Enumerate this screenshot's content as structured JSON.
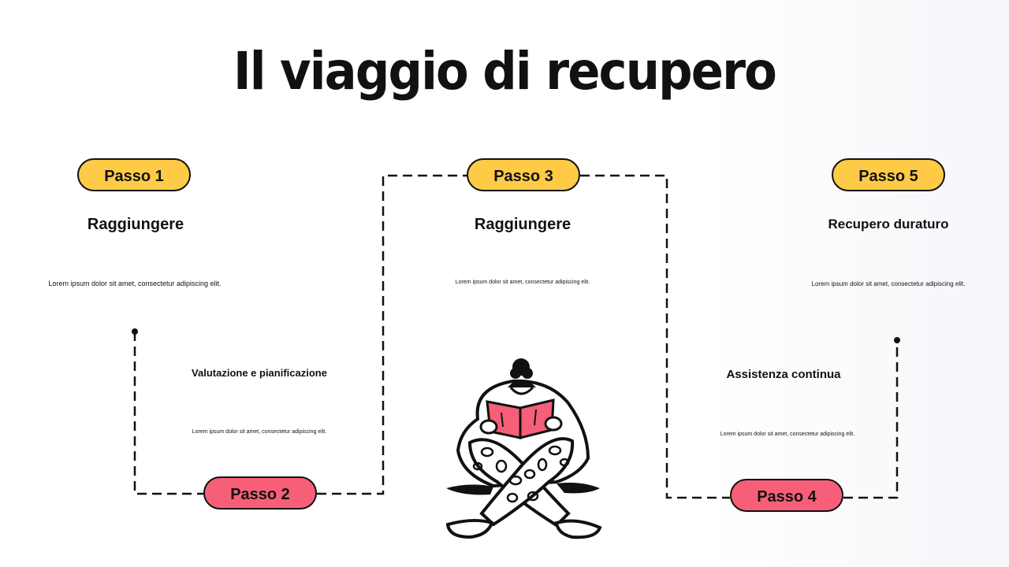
{
  "title": "Il viaggio di recupero",
  "steps": [
    {
      "badge": "Passo 1",
      "heading": "Raggiungere",
      "text": "Lorem ipsum dolor sit amet, consectetur adipiscing elit.",
      "color": "#ffcb47"
    },
    {
      "badge": "Passo 2",
      "heading": "Valutazione e pianificazione",
      "text": "Lorem ipsum dolor sit amet, consectetur adipiscing elit.",
      "color": "#f75f78"
    },
    {
      "badge": "Passo 3",
      "heading": "Raggiungere",
      "text": "Lorem ipsum dolor sit amet, consectetur adipiscing elit.",
      "color": "#ffcb47"
    },
    {
      "badge": "Passo 4",
      "heading": "Assistenza continua",
      "text": "Lorem ipsum dolor sit amet, consectetur adipiscing elit.",
      "color": "#f75f78"
    },
    {
      "badge": "Passo 5",
      "heading": "Recupero duraturo",
      "text": "Lorem ipsum dolor sit amet, consectetur adipiscing elit.",
      "color": "#ffcb47"
    }
  ],
  "illustration": {
    "icon": "person-reading-book-icon",
    "book_color": "#f75f78"
  }
}
